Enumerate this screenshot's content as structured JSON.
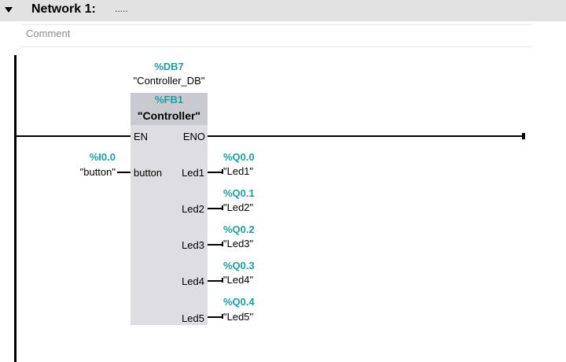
{
  "network": {
    "title": "Network 1:",
    "dots": ".....",
    "comment_placeholder": "Comment"
  },
  "instance": {
    "address": "%DB7",
    "name": "\"Controller_DB\""
  },
  "block": {
    "address": "%FB1",
    "name": "\"Controller\"",
    "en": "EN",
    "eno": "ENO"
  },
  "input": {
    "pin": "button",
    "address": "%I0.0",
    "tag": "\"button\""
  },
  "outputs": [
    {
      "pin": "Led1",
      "address": "%Q0.0",
      "tag": "\"Led1\""
    },
    {
      "pin": "Led2",
      "address": "%Q0.1",
      "tag": "\"Led2\""
    },
    {
      "pin": "Led3",
      "address": "%Q0.2",
      "tag": "\"Led3\""
    },
    {
      "pin": "Led4",
      "address": "%Q0.3",
      "tag": "\"Led4\""
    },
    {
      "pin": "Led5",
      "address": "%Q0.4",
      "tag": "\"Led5\""
    }
  ],
  "colors": {
    "address": "#17a2a2",
    "header_bg": "#e2e2e2",
    "block_bg": "#dddde2",
    "block_header_bg": "#c9c9d0"
  }
}
